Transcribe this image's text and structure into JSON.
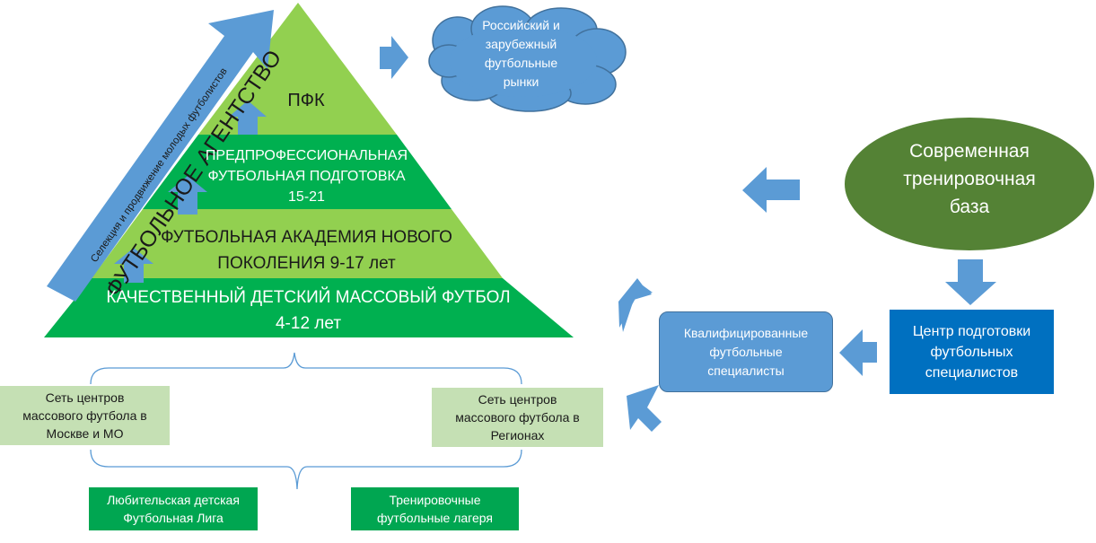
{
  "pyramid": {
    "pfk": "ПФК",
    "preprof": [
      "ПРЕДПРОФЕССИОНАЛЬНАЯ",
      "ФУТБОЛЬНАЯ ПОДГОТОВКА",
      "15-21"
    ],
    "academy": [
      "ФУТБОЛЬНАЯ АКАДЕМИЯ НОВОГО",
      "ПОКОЛЕНИЯ 9-17 лет"
    ],
    "mass": [
      "КАЧЕСТВЕННЫЙ ДЕТСКИЙ МАССОВЫЙ ФУТБОЛ",
      "4-12 лет"
    ]
  },
  "agency": {
    "title": "ФУТБОЛЬНОЕ АГЕНТСТВО",
    "subtitle": "Селекция и продвижение молодых футболистов"
  },
  "markets": [
    "Российский и",
    "зарубежный",
    "футбольные",
    "рынки"
  ],
  "training_base": [
    "Современная",
    "тренировочная",
    "база"
  ],
  "center": [
    "Центр подготовки",
    "футбольных",
    "специалистов"
  ],
  "specialists": [
    "Квалифицированные",
    "футбольные",
    "специалисты"
  ],
  "network_moscow": [
    "Сеть центров",
    "массового футбола в",
    "Москве и МО"
  ],
  "network_regions": [
    "Сеть центров",
    "массового футбола в",
    "Регионах"
  ],
  "league": [
    "Любительская детская",
    "Футбольная Лига"
  ],
  "camps": [
    "Тренировочные",
    "футбольные лагеря"
  ],
  "colors": {
    "light_green": "#92d050",
    "dark_green": "#00b050",
    "arrow_blue": "#5b9bd5",
    "dark_blue": "#0070c0",
    "olive": "#548235",
    "pale_green": "#c5e0b4",
    "box_green": "#00a651"
  }
}
